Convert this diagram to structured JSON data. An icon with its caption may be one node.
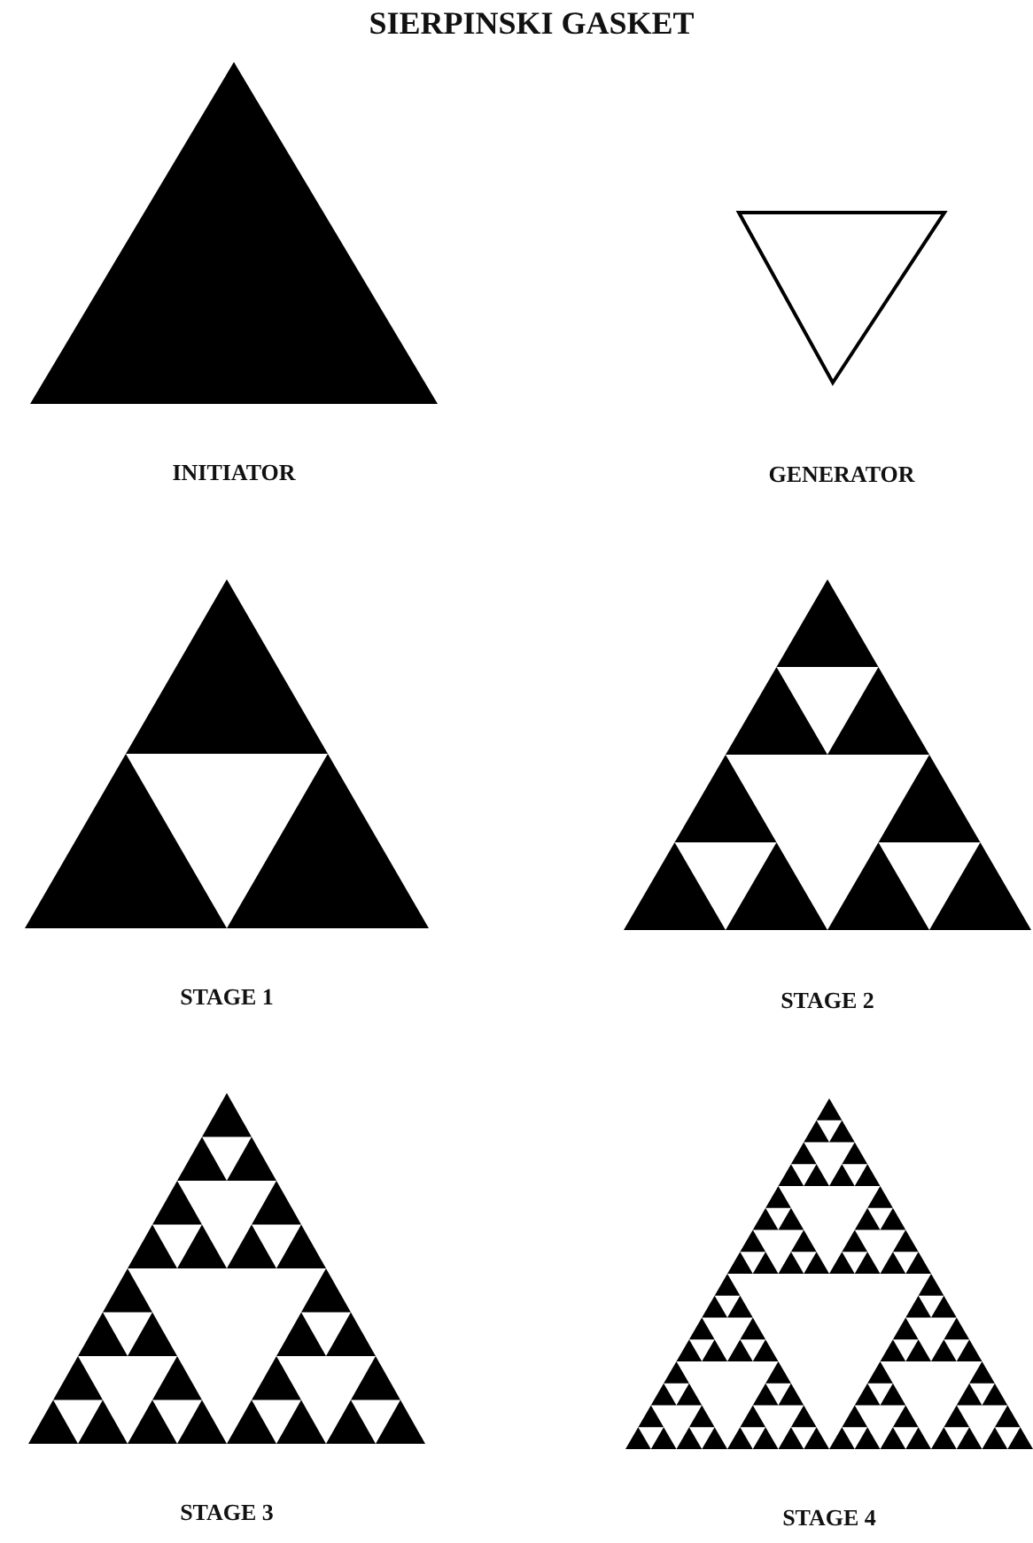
{
  "diagram": {
    "title": "SIERPINSKI GASKET",
    "labels": [
      "INITIATOR",
      "GENERATOR",
      "STAGE 1",
      "STAGE 2",
      "STAGE 3",
      "STAGE 4"
    ]
  }
}
